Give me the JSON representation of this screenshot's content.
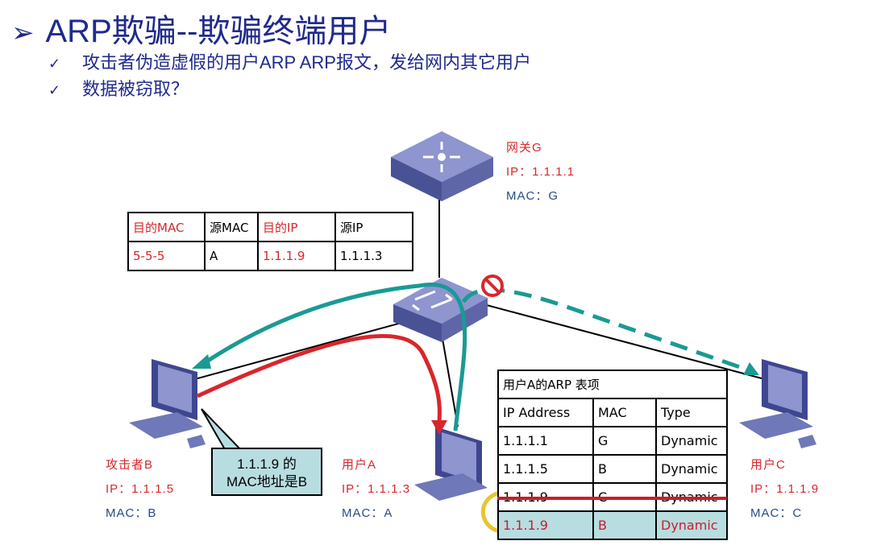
{
  "title": "ARP欺骗--欺骗终端用户",
  "bullets": [
    "攻击者伪造虚假的用户ARP ARP报文，发给网内其它用户",
    "数据被窃取？"
  ],
  "gateway": {
    "name": "网关G",
    "ip": "IP：1.1.1.1",
    "mac": "MAC：G"
  },
  "attacker": {
    "name": "攻击者B",
    "ip": "IP：1.1.1.5",
    "mac": "MAC：B"
  },
  "userA": {
    "name": "用户A",
    "ip": "IP：1.1.1.3",
    "mac": "MAC：A"
  },
  "userC": {
    "name": "用户C",
    "ip": "IP：1.1.1.9",
    "mac": "MAC：C"
  },
  "packet": {
    "headers": [
      "目的MAC",
      "源MAC",
      "目的IP",
      "源IP"
    ],
    "values": [
      "5-5-5",
      "A",
      "1.1.1.9",
      "1.1.1.3"
    ]
  },
  "callout": {
    "line1": "1.1.1.9 的",
    "line2": "MAC地址是B"
  },
  "arp_table": {
    "title": "用户A的ARP 表项",
    "headers": [
      "IP Address",
      "MAC",
      "Type"
    ],
    "rows": [
      [
        "1.1.1.1",
        "G",
        "Dynamic"
      ],
      [
        "1.1.1.5",
        "B",
        "Dynamic"
      ],
      [
        "1.1.1.9",
        "C",
        "Dynamic"
      ],
      [
        "1.1.1.9",
        "B",
        "Dynamic"
      ]
    ]
  },
  "colors": {
    "title": "#1f2a8c",
    "red": "#d9262c",
    "teal": "#1a9a94",
    "device": "#6f78b8"
  }
}
